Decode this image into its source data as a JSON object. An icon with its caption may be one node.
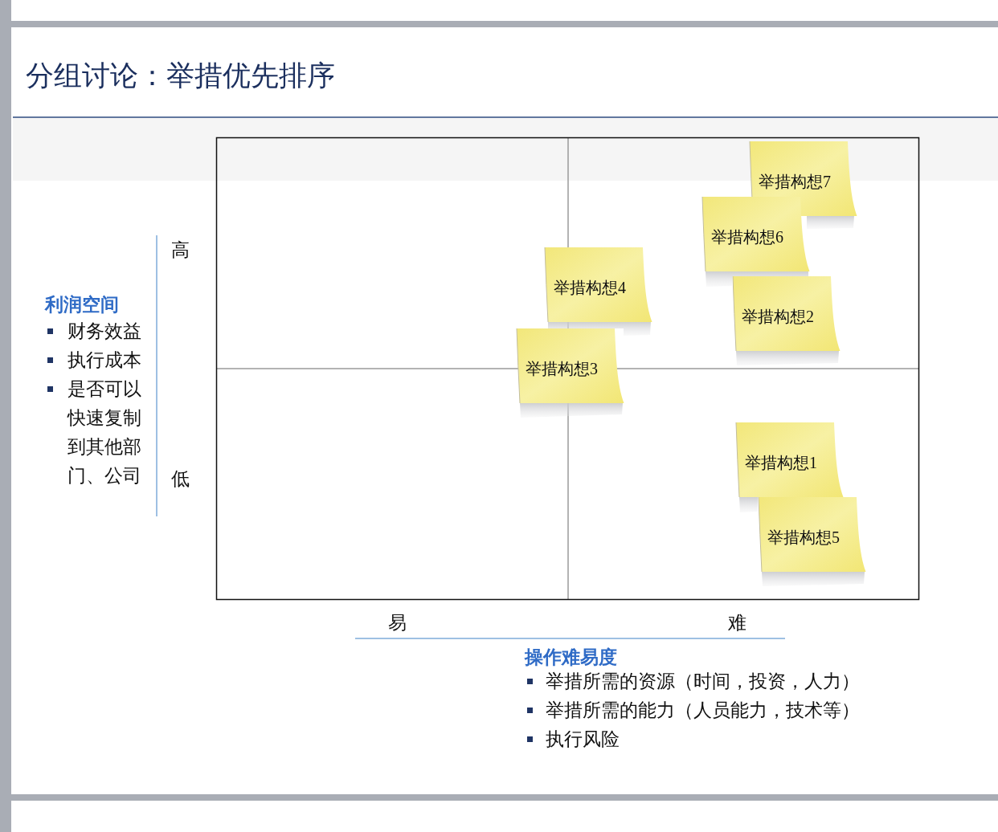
{
  "diagram": {
    "title": "分组讨论：举措优先排序",
    "nodes": [
      {
        "text": [
          "举措构想7"
        ]
      },
      {
        "text": [
          "举措构想6"
        ]
      },
      {
        "text": [
          "举措构想4"
        ]
      },
      {
        "text": [
          "举措构想2"
        ]
      },
      {
        "text": [
          "举措构想3"
        ]
      },
      {
        "text": [
          "举措构想1"
        ]
      },
      {
        "text": [
          "举措构想5"
        ]
      }
    ],
    "labels": [
      "高",
      "利润空间",
      "财务效益",
      "执行成本",
      "是否可以快速复制到其他部门、公司",
      "低",
      "易",
      "难",
      "操作难易度",
      "举措所需的资源（时间，投资，人力）",
      "举措所需的能力（人员能力，技术等）",
      "执行风险"
    ]
  }
}
